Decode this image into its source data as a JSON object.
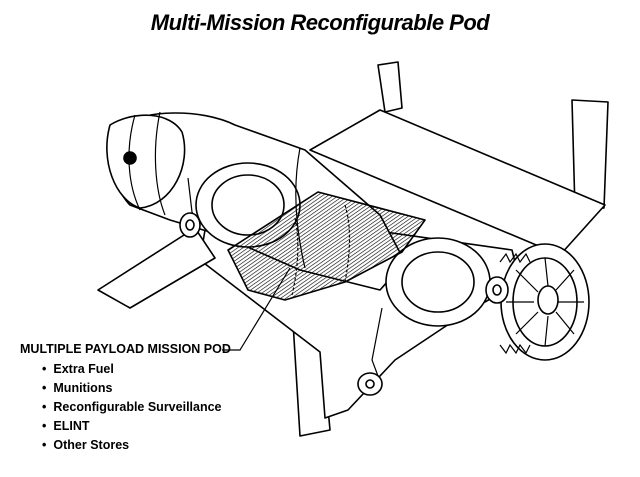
{
  "title": "Multi-Mission Reconfigurable Pod",
  "callout": {
    "heading": "MULTIPLE PAYLOAD MISSION POD",
    "items": [
      "Extra Fuel",
      "Munitions",
      "Reconfigurable Surveillance",
      "ELINT",
      "Other Stores"
    ]
  }
}
